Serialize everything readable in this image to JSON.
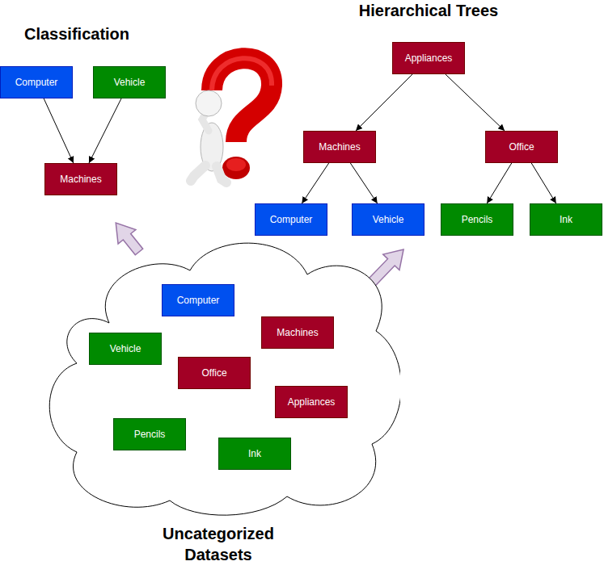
{
  "diagram": {
    "nodes": [
      {
        "text": [
          "Computer"
        ]
      },
      {
        "text": [
          "Vehicle"
        ]
      },
      {
        "text": [
          "Machines"
        ]
      },
      {
        "text": [
          "Appliances"
        ]
      },
      {
        "text": [
          "Machines"
        ]
      },
      {
        "text": [
          "Office"
        ]
      },
      {
        "text": [
          "Computer"
        ]
      },
      {
        "text": [
          "Vehicle"
        ]
      },
      {
        "text": [
          "Pencils"
        ]
      },
      {
        "text": [
          "Ink"
        ]
      },
      {
        "text": [
          "Uncategorized Datasets"
        ]
      },
      {
        "text": [
          "Computer"
        ],
        "in": 10
      },
      {
        "text": [
          "Machines"
        ],
        "in": 10
      },
      {
        "text": [
          "Vehicle"
        ],
        "in": 10
      },
      {
        "text": [
          "Office"
        ],
        "in": 10
      },
      {
        "text": [
          "Appliances"
        ],
        "in": 10
      },
      {
        "text": [
          "Pencils"
        ],
        "in": 10
      },
      {
        "text": [
          "Ink"
        ],
        "in": 10
      }
    ],
    "edges": [
      {
        "from": 0,
        "to": 2,
        "arrow": "to"
      },
      {
        "from": 1,
        "to": 2,
        "arrow": "to"
      },
      {
        "from": 3,
        "to": 4,
        "arrow": "to"
      },
      {
        "from": 3,
        "to": 5,
        "arrow": "to"
      },
      {
        "from": 4,
        "to": 6,
        "arrow": "to"
      },
      {
        "from": 4,
        "to": 7,
        "arrow": "to"
      },
      {
        "from": 5,
        "to": 8,
        "arrow": "to"
      },
      {
        "from": 5,
        "to": 9,
        "arrow": "to"
      }
    ],
    "labels": [
      "Classification",
      "Hierarchical Trees"
    ]
  }
}
